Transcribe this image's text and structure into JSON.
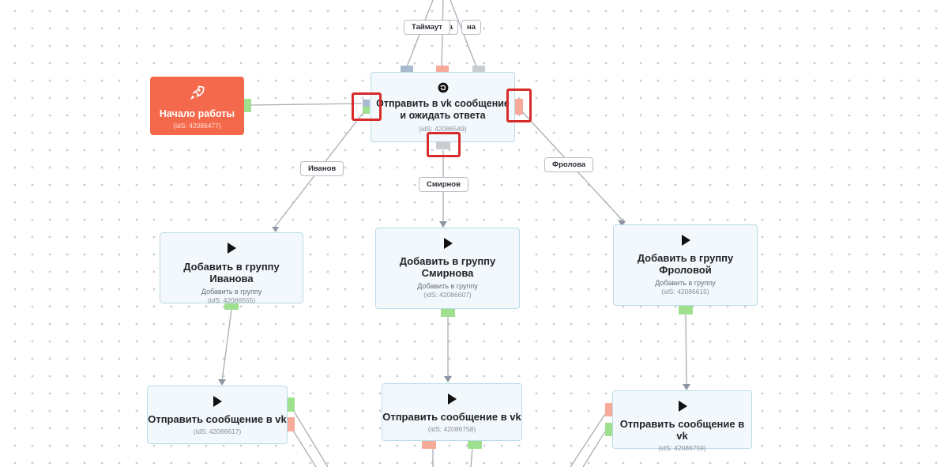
{
  "canvas": {
    "start_node": {
      "title": "Начало работы",
      "id_text": "(idS: 42086477)"
    },
    "main_node": {
      "title": "Отправить в vk сообщение и ожидать ответа",
      "id_text": "(idS: 42086549)"
    },
    "top_labels": {
      "timeout": "Таймаут",
      "partial_left": "ка",
      "partial_right": "на"
    },
    "branch_labels": {
      "ivanov": "Иванов",
      "smirnov": "Смирнов",
      "frolova": "Фролова"
    },
    "group_nodes": [
      {
        "title": "Добавить в группу Иванова",
        "subtitle": "Добавить в группу",
        "id_text": "(idS: 42086555)"
      },
      {
        "title_line1": "Добавить в группу",
        "title_line2": "Смирнова",
        "subtitle": "Добавить в группу",
        "id_text": "(idS: 42086607)"
      },
      {
        "title_line1": "Добавить в группу",
        "title_line2": "Фроловой",
        "subtitle": "Добавить в группу",
        "id_text": "(idS: 42086615)"
      }
    ],
    "send_nodes": [
      {
        "title": "Отправить сообщение в vk",
        "id_text": "(idS: 42086617)"
      },
      {
        "title": "Отправить сообщение в vk",
        "id_text": "(idS: 42086758)"
      },
      {
        "title": "Отправить сообщение в vk",
        "id_text": "(idS: 42086759)"
      }
    ],
    "icons": {
      "start": "rocket-icon",
      "main": "refresh-icon",
      "action": "play-icon"
    },
    "colors": {
      "start_bg": "#f4694b",
      "node_bg": "#f2f8fb",
      "node_border": "#b9dde8",
      "port_success": "#9fe08f",
      "port_error": "#f7aa9a",
      "port_neutral": "#c9ccd1",
      "highlight": "#d82b2b"
    }
  }
}
